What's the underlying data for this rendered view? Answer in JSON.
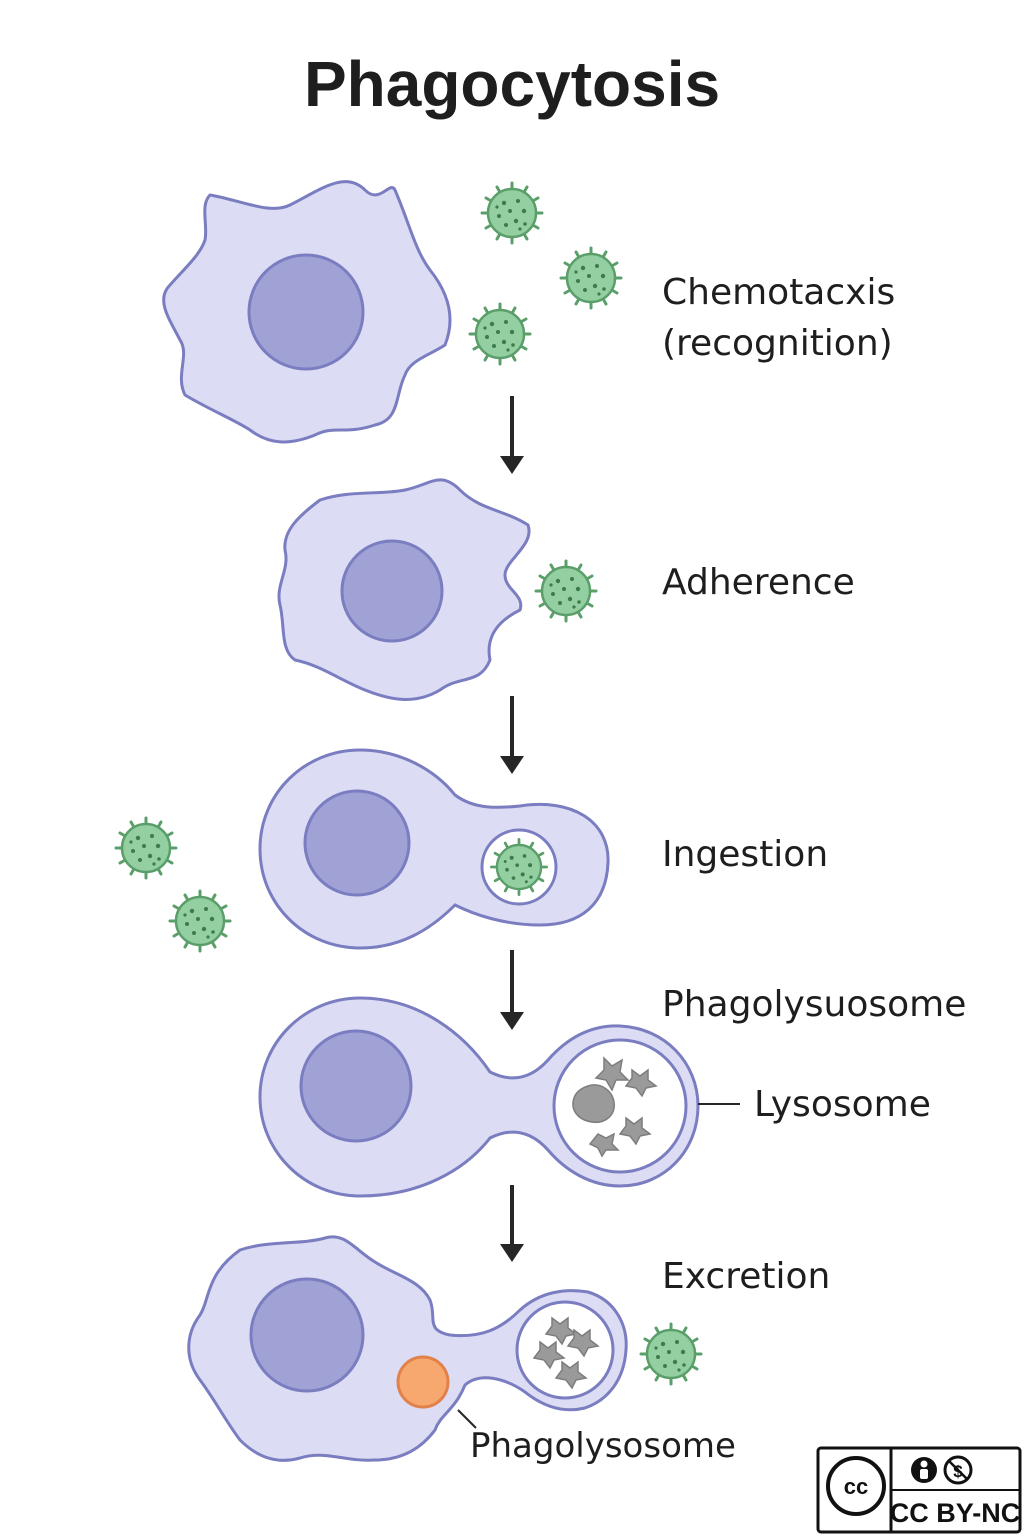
{
  "title": "Phagocytosis",
  "steps": {
    "chemotaxis_line1": "Chemotacxis",
    "chemotaxis_line2": "(recognition)",
    "adherence": "Adherence",
    "ingestion": "Ingestion",
    "phagolysuosome": "Phagolysuosome",
    "lysosome": "Lysosome",
    "excretion": "Excretion",
    "phagolysosome": "Phagolysosome"
  },
  "license": {
    "cc_logo": "cc",
    "text": "CC BY-NC",
    "icons": [
      "by-person-icon",
      "noncommercial-icon"
    ]
  },
  "colors": {
    "cell_fill": "#dcdcf4",
    "cell_stroke": "#7a7dc0",
    "nucleus": "#a0a2d6",
    "bacteria_fill": "#93cfa0",
    "bacteria_stroke": "#5a9e6a",
    "phagolysosome_orange": "#f6a86e",
    "debris_gray": "#9a9a9a"
  }
}
